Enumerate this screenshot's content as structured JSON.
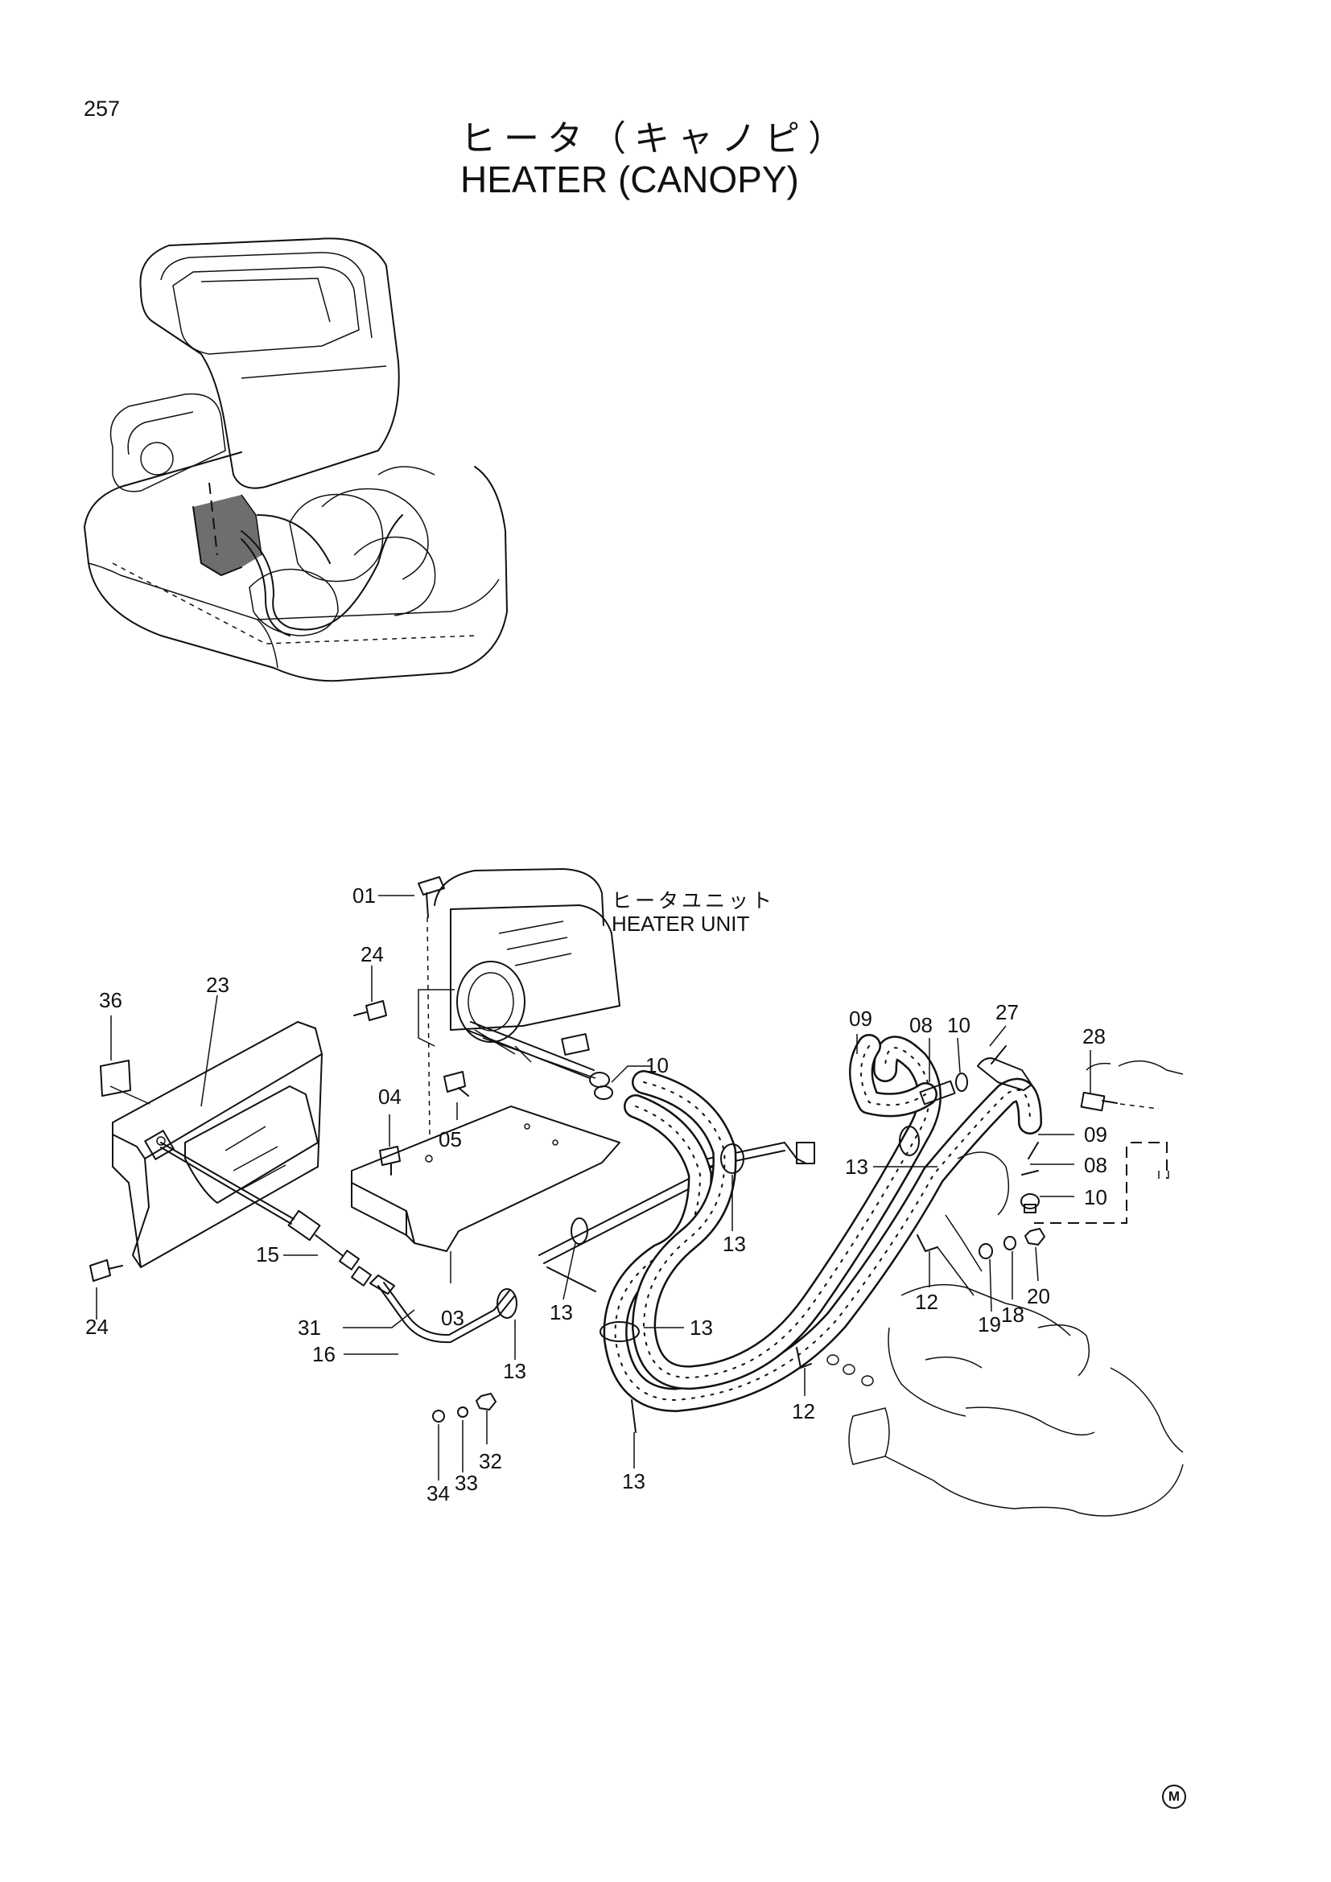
{
  "page": {
    "number": "257",
    "title_jp": "ヒータ（キャノピ）",
    "title_en": "HEATER (CANOPY)",
    "mark": "M"
  },
  "assembly": {
    "label_jp": "ヒータユニット",
    "label_en": "HEATER UNIT"
  },
  "callouts": {
    "c01": "01",
    "c03": "03",
    "c04": "04",
    "c05": "05",
    "c08a": "08",
    "c08b": "08",
    "c09a": "09",
    "c09b": "09",
    "c10a": "10",
    "c10b": "10",
    "c10c": "10",
    "c12a": "12",
    "c12b": "12",
    "c13a": "13",
    "c13b": "13",
    "c13c": "13",
    "c13d": "13",
    "c13e": "13",
    "c13f": "13",
    "c15": "15",
    "c16": "16",
    "c18": "18",
    "c19": "19",
    "c20": "20",
    "c23": "23",
    "c24a": "24",
    "c24b": "24",
    "c27": "27",
    "c28": "28",
    "c31": "31",
    "c32": "32",
    "c33": "33",
    "c34": "34",
    "c36": "36"
  }
}
